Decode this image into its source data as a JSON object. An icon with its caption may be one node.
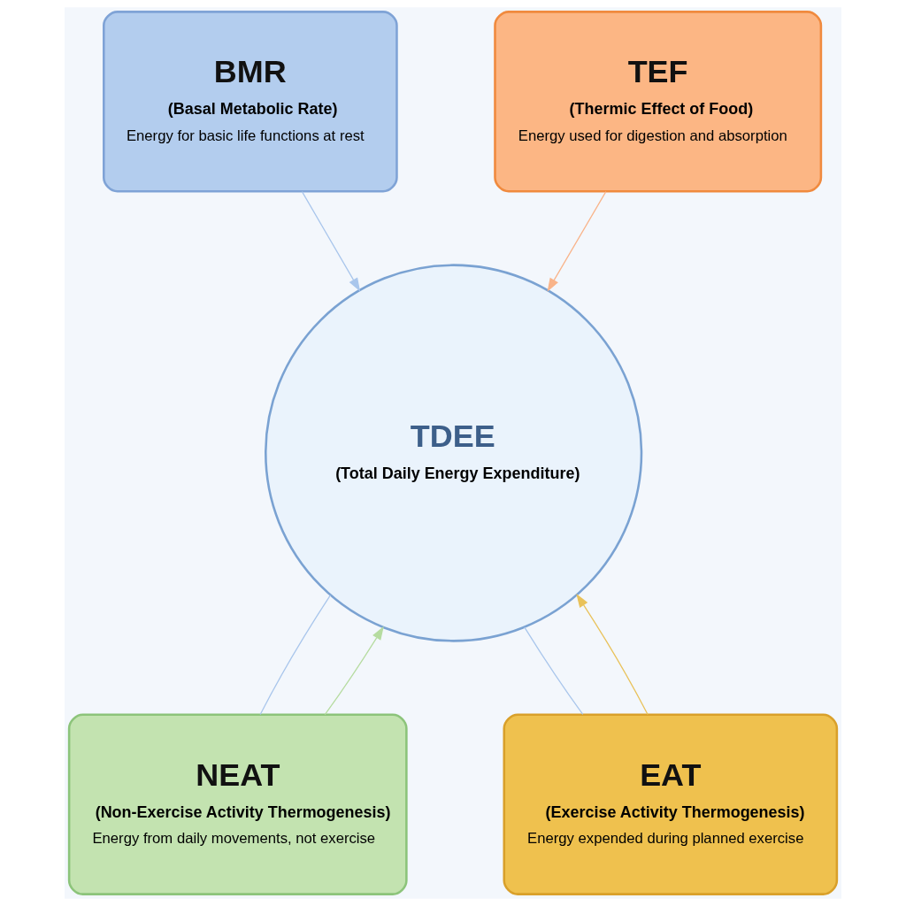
{
  "diagram": {
    "nodes": [
      {
        "text": [
          "BMR",
          "(Basal Metabolic Rate)",
          "Energy for basic life functions at rest"
        ]
      },
      {
        "text": [
          "TEF",
          "(Thermic Effect of Food)",
          "Energy used for digestion and absorption"
        ]
      },
      {
        "text": [
          "TDEE",
          "(Total Daily Energy Expenditure)"
        ]
      },
      {
        "text": [
          "NEAT",
          "(Non-Exercise Activity Thermogenesis)",
          "Energy from daily movements, not exercise"
        ]
      },
      {
        "text": [
          "EAT",
          "(Exercise Activity Thermogenesis)",
          "Energy expended during planned exercise"
        ]
      }
    ],
    "edges": [
      {
        "from": 0,
        "to": 2,
        "arrow": "to",
        "color": "#a9c6ec"
      },
      {
        "from": 1,
        "to": 2,
        "arrow": "to",
        "color": "#f9b48a"
      },
      {
        "from": 3,
        "to": 2,
        "arrow": "to",
        "color": "#b6dca0"
      },
      {
        "from": 4,
        "to": 2,
        "arrow": "to",
        "color": "#e9c25a"
      },
      {
        "from": 2,
        "to": 3,
        "arrow": "none",
        "color": "#a9c6ec"
      },
      {
        "from": 2,
        "to": 4,
        "arrow": "none",
        "color": "#a9c6ec"
      }
    ]
  }
}
